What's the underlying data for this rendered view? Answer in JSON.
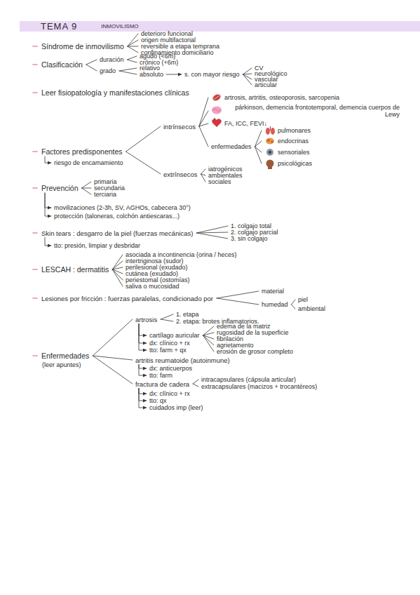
{
  "diagram": {
    "nodes": [
      {
        "text": [
          "TEMA 9",
          "INMOVILISMO"
        ]
      },
      {
        "text": [
          "Síndrome de inmovilismo"
        ]
      },
      {
        "text": [
          "deterioro funcional"
        ]
      },
      {
        "text": [
          "origen multifactorial"
        ]
      },
      {
        "text": [
          "reversible a etapa temprana"
        ]
      },
      {
        "text": [
          "confinamiento domiciliario"
        ]
      },
      {
        "text": [
          "Clasificación"
        ]
      },
      {
        "text": [
          "duración"
        ]
      },
      {
        "text": [
          "grado"
        ]
      },
      {
        "text": [
          "agudo (<6m)"
        ]
      },
      {
        "text": [
          "crónico (+6m)"
        ]
      },
      {
        "text": [
          "relativo"
        ]
      },
      {
        "text": [
          "absoluto"
        ]
      },
      {
        "text": [
          "s. con mayor riesgo"
        ]
      },
      {
        "text": [
          "CV"
        ]
      },
      {
        "text": [
          "neurológico"
        ]
      },
      {
        "text": [
          "vascular"
        ]
      },
      {
        "text": [
          "articular"
        ]
      },
      {
        "text": [
          "Leer fisiopatología y manifestaciones clínicas"
        ]
      },
      {
        "text": [
          "Factores predisponentes"
        ]
      },
      {
        "text": [
          "riesgo de encamamiento"
        ]
      },
      {
        "text": [
          "intrínsecos"
        ]
      },
      {
        "text": [
          "extrínsecos"
        ]
      },
      {
        "text": [
          "artrosis, artritis, osteoporosis, sarcopenia"
        ]
      },
      {
        "text": [
          "párkinson, demencia frontotemporal, demencia cuerpos de Lewy"
        ]
      },
      {
        "text": [
          "FA, ICC, FEVI↓"
        ]
      },
      {
        "text": [
          "enfermedades"
        ]
      },
      {
        "text": [
          "pulmonares"
        ]
      },
      {
        "text": [
          "endocrinas"
        ]
      },
      {
        "text": [
          "sensoriales"
        ]
      },
      {
        "text": [
          "psicológicas"
        ]
      },
      {
        "text": [
          "iatrogénicos"
        ]
      },
      {
        "text": [
          "ambientales"
        ]
      },
      {
        "text": [
          "sociales"
        ]
      },
      {
        "text": [
          "Prevención"
        ]
      },
      {
        "text": [
          "primaria"
        ]
      },
      {
        "text": [
          "secundaria"
        ]
      },
      {
        "text": [
          "terciaria"
        ]
      },
      {
        "text": [
          "movilizaciones (2-3h, SV, AGHOs, cabecera 30°)"
        ]
      },
      {
        "text": [
          "protección (taloneras, colchón antiescaras...)"
        ]
      },
      {
        "text": [
          "Skin tears : desgarro de la piel (fuerzas mecánicas)"
        ]
      },
      {
        "text": [
          "1. colgajo total"
        ]
      },
      {
        "text": [
          "2. colgajo parcial"
        ]
      },
      {
        "text": [
          "3. sin colgajo"
        ]
      },
      {
        "text": [
          "tto: presión, limpiar y desbridar"
        ]
      },
      {
        "text": [
          "LESCAH : dermatitis"
        ]
      },
      {
        "text": [
          "asociada a incontinencia (orina / heces)"
        ]
      },
      {
        "text": [
          "intertriginosa (sudor)"
        ]
      },
      {
        "text": [
          "perilesional (exudado)"
        ]
      },
      {
        "text": [
          "cutánea (exudado)"
        ]
      },
      {
        "text": [
          "periestomal (ostomías)"
        ]
      },
      {
        "text": [
          "saliva o mucosidad"
        ]
      },
      {
        "text": [
          "Lesiones por fricción : fuerzas paralelas, condicionado por"
        ]
      },
      {
        "text": [
          "material"
        ]
      },
      {
        "text": [
          "humedad"
        ]
      },
      {
        "text": [
          "piel"
        ]
      },
      {
        "text": [
          "ambiental"
        ]
      },
      {
        "text": [
          "Enfermedades"
        ]
      },
      {
        "text": [
          "artrosis"
        ]
      },
      {
        "text": [
          "1. etapa"
        ]
      },
      {
        "text": [
          "2. etapa: brotes inflamatorios."
        ]
      },
      {
        "text": [
          "cartílago auricular"
        ]
      },
      {
        "text": [
          "edema de la matriz"
        ]
      },
      {
        "text": [
          "rugosidad de la superficie"
        ]
      },
      {
        "text": [
          "fibrilación"
        ]
      },
      {
        "text": [
          "agrietamento"
        ]
      },
      {
        "text": [
          "erosión de grosor completo"
        ]
      },
      {
        "text": [
          "dx: clínico + rx"
        ]
      },
      {
        "text": [
          "tto: farm + qx"
        ]
      },
      {
        "text": [
          "artritis reumatoide (autoinmune)"
        ]
      },
      {
        "text": [
          "dx: anticuerpos"
        ]
      },
      {
        "text": [
          "tto: farm"
        ]
      },
      {
        "text": [
          "fractura de cadera"
        ]
      },
      {
        "text": [
          "intracapsulares (cápsula articular)"
        ]
      },
      {
        "text": [
          "extracapsulares (macizos + trocantéreos)"
        ]
      },
      {
        "text": [
          "dx: clínico + rx"
        ]
      },
      {
        "text": [
          "tto: qx"
        ]
      },
      {
        "text": [
          "cuidados imp (leer)"
        ]
      }
    ],
    "edges": [
      {
        "from": 1,
        "to": 2,
        "arrow": "none"
      },
      {
        "from": 1,
        "to": 3,
        "arrow": "none"
      },
      {
        "from": 1,
        "to": 4,
        "arrow": "none"
      },
      {
        "from": 1,
        "to": 5,
        "arrow": "none"
      },
      {
        "from": 6,
        "to": 7,
        "arrow": "none"
      },
      {
        "from": 6,
        "to": 8,
        "arrow": "none"
      },
      {
        "from": 7,
        "to": 9,
        "arrow": "none"
      },
      {
        "from": 7,
        "to": 10,
        "arrow": "none"
      },
      {
        "from": 8,
        "to": 11,
        "arrow": "none"
      },
      {
        "from": 8,
        "to": 12,
        "arrow": "none"
      },
      {
        "from": 12,
        "to": 13,
        "arrow": "to"
      },
      {
        "from": 13,
        "to": 14,
        "arrow": "none"
      },
      {
        "from": 13,
        "to": 15,
        "arrow": "none"
      },
      {
        "from": 13,
        "to": 16,
        "arrow": "none"
      },
      {
        "from": 13,
        "to": 17,
        "arrow": "none"
      },
      {
        "from": 19,
        "to": 20,
        "arrow": "to"
      },
      {
        "from": 19,
        "to": 21,
        "arrow": "none"
      },
      {
        "from": 19,
        "to": 22,
        "arrow": "none"
      },
      {
        "from": 21,
        "to": 23,
        "arrow": "none"
      },
      {
        "from": 21,
        "to": 24,
        "arrow": "none"
      },
      {
        "from": 21,
        "to": 25,
        "arrow": "none"
      },
      {
        "from": 21,
        "to": 26,
        "arrow": "none"
      },
      {
        "from": 26,
        "to": 27,
        "arrow": "none"
      },
      {
        "from": 26,
        "to": 28,
        "arrow": "none"
      },
      {
        "from": 26,
        "to": 29,
        "arrow": "none"
      },
      {
        "from": 26,
        "to": 30,
        "arrow": "none"
      },
      {
        "from": 22,
        "to": 31,
        "arrow": "none"
      },
      {
        "from": 22,
        "to": 32,
        "arrow": "none"
      },
      {
        "from": 22,
        "to": 33,
        "arrow": "none"
      },
      {
        "from": 34,
        "to": 35,
        "arrow": "none"
      },
      {
        "from": 34,
        "to": 36,
        "arrow": "none"
      },
      {
        "from": 34,
        "to": 37,
        "arrow": "none"
      },
      {
        "from": 34,
        "to": 38,
        "arrow": "to"
      },
      {
        "from": 34,
        "to": 39,
        "arrow": "to"
      },
      {
        "from": 40,
        "to": 41,
        "arrow": "none"
      },
      {
        "from": 40,
        "to": 42,
        "arrow": "none"
      },
      {
        "from": 40,
        "to": 43,
        "arrow": "none"
      },
      {
        "from": 40,
        "to": 44,
        "arrow": "to"
      },
      {
        "from": 45,
        "to": 46,
        "arrow": "none"
      },
      {
        "from": 45,
        "to": 47,
        "arrow": "none"
      },
      {
        "from": 45,
        "to": 48,
        "arrow": "none"
      },
      {
        "from": 45,
        "to": 49,
        "arrow": "none"
      },
      {
        "from": 45,
        "to": 50,
        "arrow": "none"
      },
      {
        "from": 45,
        "to": 51,
        "arrow": "none"
      },
      {
        "from": 52,
        "to": 53,
        "arrow": "none"
      },
      {
        "from": 52,
        "to": 54,
        "arrow": "none"
      },
      {
        "from": 54,
        "to": 55,
        "arrow": "none"
      },
      {
        "from": 54,
        "to": 56,
        "arrow": "none"
      },
      {
        "from": 57,
        "to": 58,
        "arrow": "none"
      },
      {
        "from": 57,
        "to": 69,
        "arrow": "none"
      },
      {
        "from": 57,
        "to": 72,
        "arrow": "none"
      },
      {
        "from": 58,
        "to": 59,
        "arrow": "none"
      },
      {
        "from": 58,
        "to": 60,
        "arrow": "none"
      },
      {
        "from": 58,
        "to": 61,
        "arrow": "to"
      },
      {
        "from": 58,
        "to": 67,
        "arrow": "to"
      },
      {
        "from": 58,
        "to": 68,
        "arrow": "to"
      },
      {
        "from": 61,
        "to": 62,
        "arrow": "none"
      },
      {
        "from": 61,
        "to": 63,
        "arrow": "none"
      },
      {
        "from": 61,
        "to": 64,
        "arrow": "none"
      },
      {
        "from": 61,
        "to": 65,
        "arrow": "none"
      },
      {
        "from": 61,
        "to": 66,
        "arrow": "none"
      },
      {
        "from": 69,
        "to": 70,
        "arrow": "to"
      },
      {
        "from": 69,
        "to": 71,
        "arrow": "to"
      },
      {
        "from": 72,
        "to": 73,
        "arrow": "none"
      },
      {
        "from": 72,
        "to": 74,
        "arrow": "none"
      },
      {
        "from": 72,
        "to": 75,
        "arrow": "to"
      },
      {
        "from": 72,
        "to": 76,
        "arrow": "to"
      },
      {
        "from": 72,
        "to": 77,
        "arrow": "to"
      }
    ],
    "labels": [
      "(leer apuntes)"
    ]
  }
}
